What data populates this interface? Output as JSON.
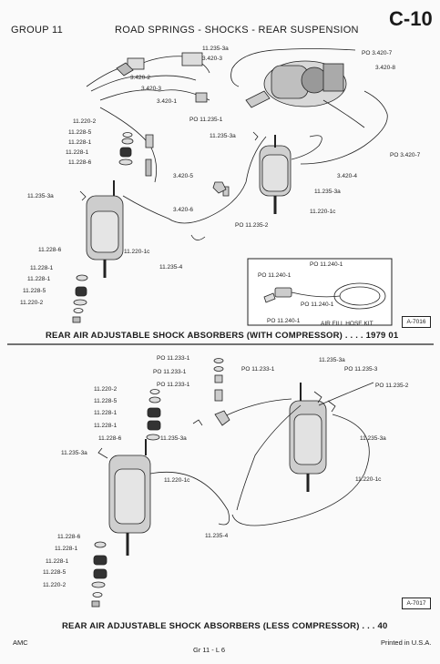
{
  "header": {
    "group": "GROUP 11",
    "title": "ROAD SPRINGS - SHOCKS - REAR SUSPENSION",
    "page_code": "C-10"
  },
  "top": {
    "labels": [
      "11.235-3a",
      "3.420-3",
      "3.420-2",
      "3.420-3",
      "3.420-1",
      "PO 3.420-7",
      "3.420-8",
      "PO 11.235-1",
      "11.235-3a",
      "11.220-2",
      "11.228-5",
      "11.228-1",
      "11.228-1",
      "11.228-6",
      "11.235-3a",
      "3.420-5",
      "3.420-4",
      "PO 3.420-7",
      "11.235-3a",
      "11.220-1c",
      "3.420-6",
      "PO 11.235-2",
      "11.228-6",
      "11.220-1c",
      "11.235-4",
      "11.228-1",
      "11.228-1",
      "11.228-5",
      "11.220-2"
    ],
    "inset": {
      "labels": [
        "PO 11.240-1",
        "PO 11.240-1",
        "PO 11.240-1",
        "PO 11.240-1"
      ],
      "caption": "AIR FILL HOSE KIT"
    },
    "fig_id": "A-7016",
    "caption": "REAR AIR ADJUSTABLE SHOCK ABSORBERS (WITH COMPRESSOR) . . . . 1979  01"
  },
  "bottom": {
    "labels": [
      "PO 11.233-1",
      "PO 11.233-1",
      "PO 11.233-1",
      "PO 11.233-1",
      "11.235-3a",
      "PO 11.235-3",
      "PO 11.235-2",
      "11.220-2",
      "11.228-5",
      "11.228-1",
      "11.228-1",
      "11.228-6",
      "11.235-3a",
      "11.235-3a",
      "11.235-3a",
      "11.220-1c",
      "11.220-1c",
      "11.235-4",
      "11.228-6",
      "11.228-1",
      "11.228-1",
      "11.228-5",
      "11.220-2"
    ],
    "fig_id": "A-7017",
    "caption": "REAR AIR ADJUSTABLE SHOCK ABSORBERS (LESS COMPRESSOR) . . . 40"
  },
  "footer": {
    "left": "AMC",
    "center": "Gr  11  -  L 6",
    "right": "Printed  in  U.S.A."
  }
}
